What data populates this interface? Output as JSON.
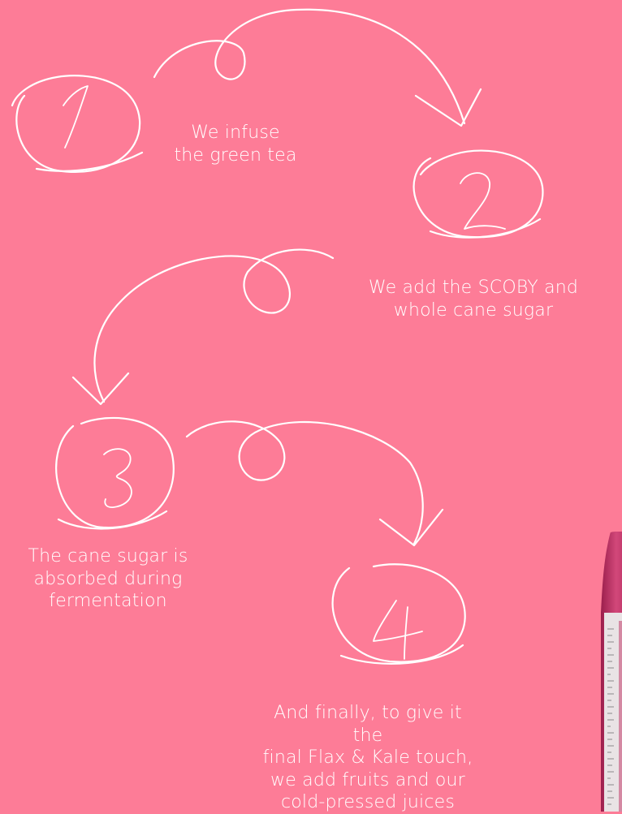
{
  "steps": [
    {
      "number": "1",
      "text_lines": [
        "We infuse",
        "the green tea"
      ]
    },
    {
      "number": "2",
      "text_lines": [
        "We add the SCOBY and",
        "whole cane sugar"
      ]
    },
    {
      "number": "3",
      "text_lines": [
        "The cane sugar is",
        "absorbed during",
        "fermentation"
      ]
    },
    {
      "number": "4",
      "text_lines": [
        "And finally, to give it the",
        "final Flax & Kale touch,",
        "we add fruits and our",
        "cold-pressed juices"
      ]
    }
  ],
  "colors": {
    "background": "#fd7c97",
    "ink": "#ffffff",
    "bottle": "#c8386a"
  }
}
